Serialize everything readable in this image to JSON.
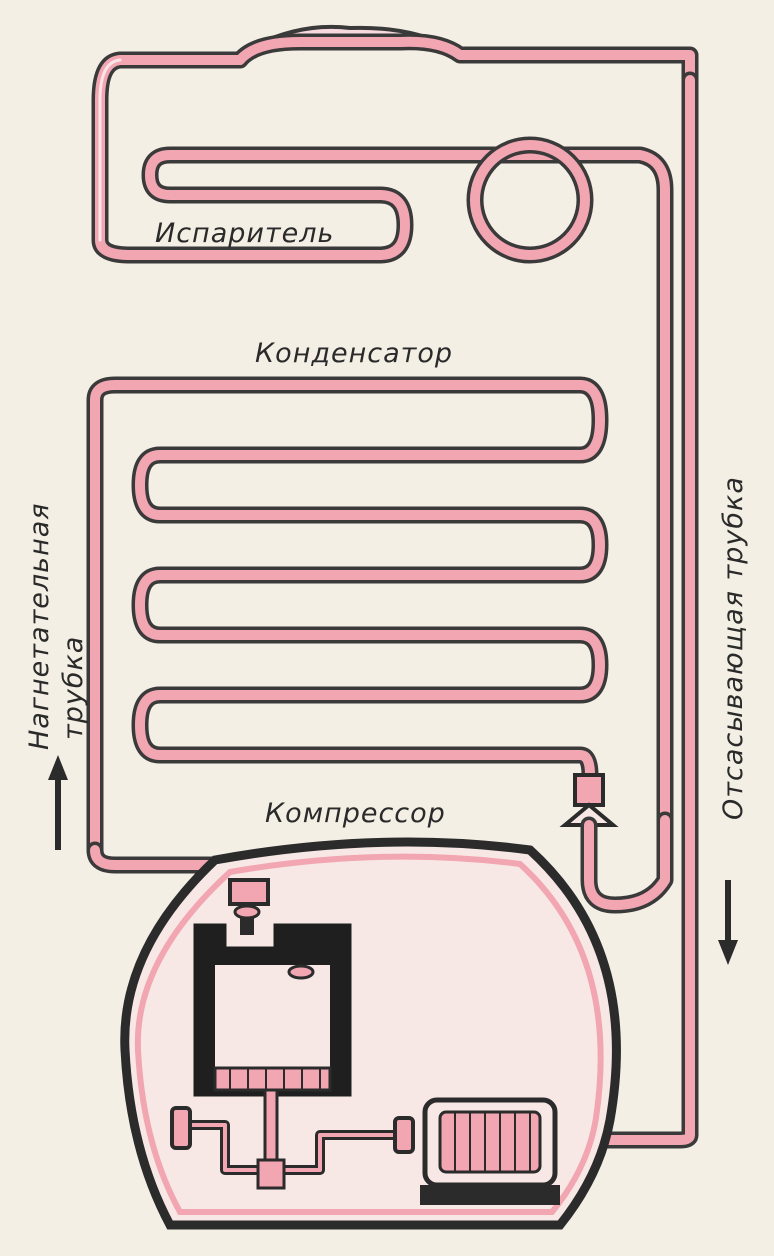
{
  "labels": {
    "evaporator": "Испаритель",
    "condenser": "Конденсатор",
    "compressor": "Компрессор",
    "discharge_line_1": "Нагнетательная",
    "discharge_line_2": "трубка",
    "suction_line": "Отсасывающая трубка"
  },
  "colors": {
    "pipe_fill": "#f2a6b2",
    "pipe_outline": "#3a3a3a",
    "housing_outline": "#2b2b2b",
    "housing_fill": "#f7e8e6",
    "background": "#f4efe4",
    "cylinder": "#1f1f1f"
  },
  "icons": {
    "discharge_flow": "arrow-up-icon",
    "suction_flow": "arrow-down-icon"
  }
}
